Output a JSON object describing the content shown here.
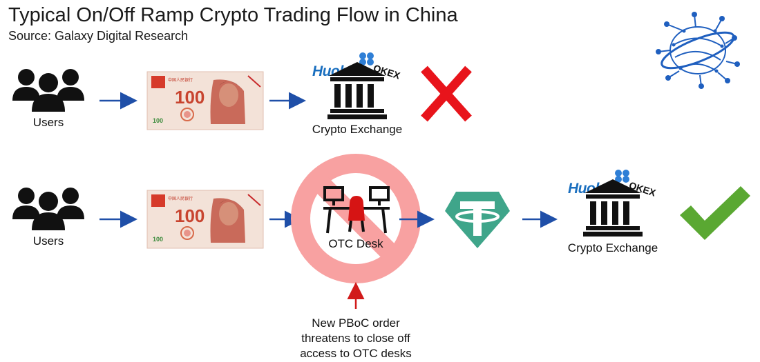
{
  "header": {
    "title": "Typical On/Off Ramp Crypto Trading Flow in China",
    "source": "Source: Galaxy Digital Research"
  },
  "icons": {
    "users": "users-group-icon",
    "banknote": "rmb-100-banknote-image",
    "exchange": "bank-building-icon",
    "fail": "red-x-icon",
    "success": "green-checkmark-icon",
    "otc": "otc-desk-icon",
    "ban": "prohibition-sign-icon",
    "tether": "tether-usdt-icon",
    "brand": "galaxy-network-logo"
  },
  "row1": {
    "users_label": "Users",
    "exchange_label": "Crypto Exchange",
    "huobi_logo_text": "Huobi",
    "okex_logo_text": "OKEX",
    "banknote_value": "100"
  },
  "row2": {
    "users_label": "Users",
    "otc_label": "OTC Desk",
    "exchange_label": "Crypto Exchange",
    "huobi_logo_text": "Huobi",
    "okex_logo_text": "OKEX",
    "banknote_value": "100"
  },
  "annotation": {
    "line1": "New PBoC order",
    "line2": "threatens to close off",
    "line3": "access to OTC desks"
  },
  "colors": {
    "arrow_blue": "#1f4fa8",
    "red_x": "#e8141b",
    "ban_circle": "#f8a1a1",
    "green_check": "#5aa832",
    "tether_green": "#3fa58a",
    "huobi_blue": "#1a6fbf",
    "annotation_arrow": "#d11a1a"
  }
}
